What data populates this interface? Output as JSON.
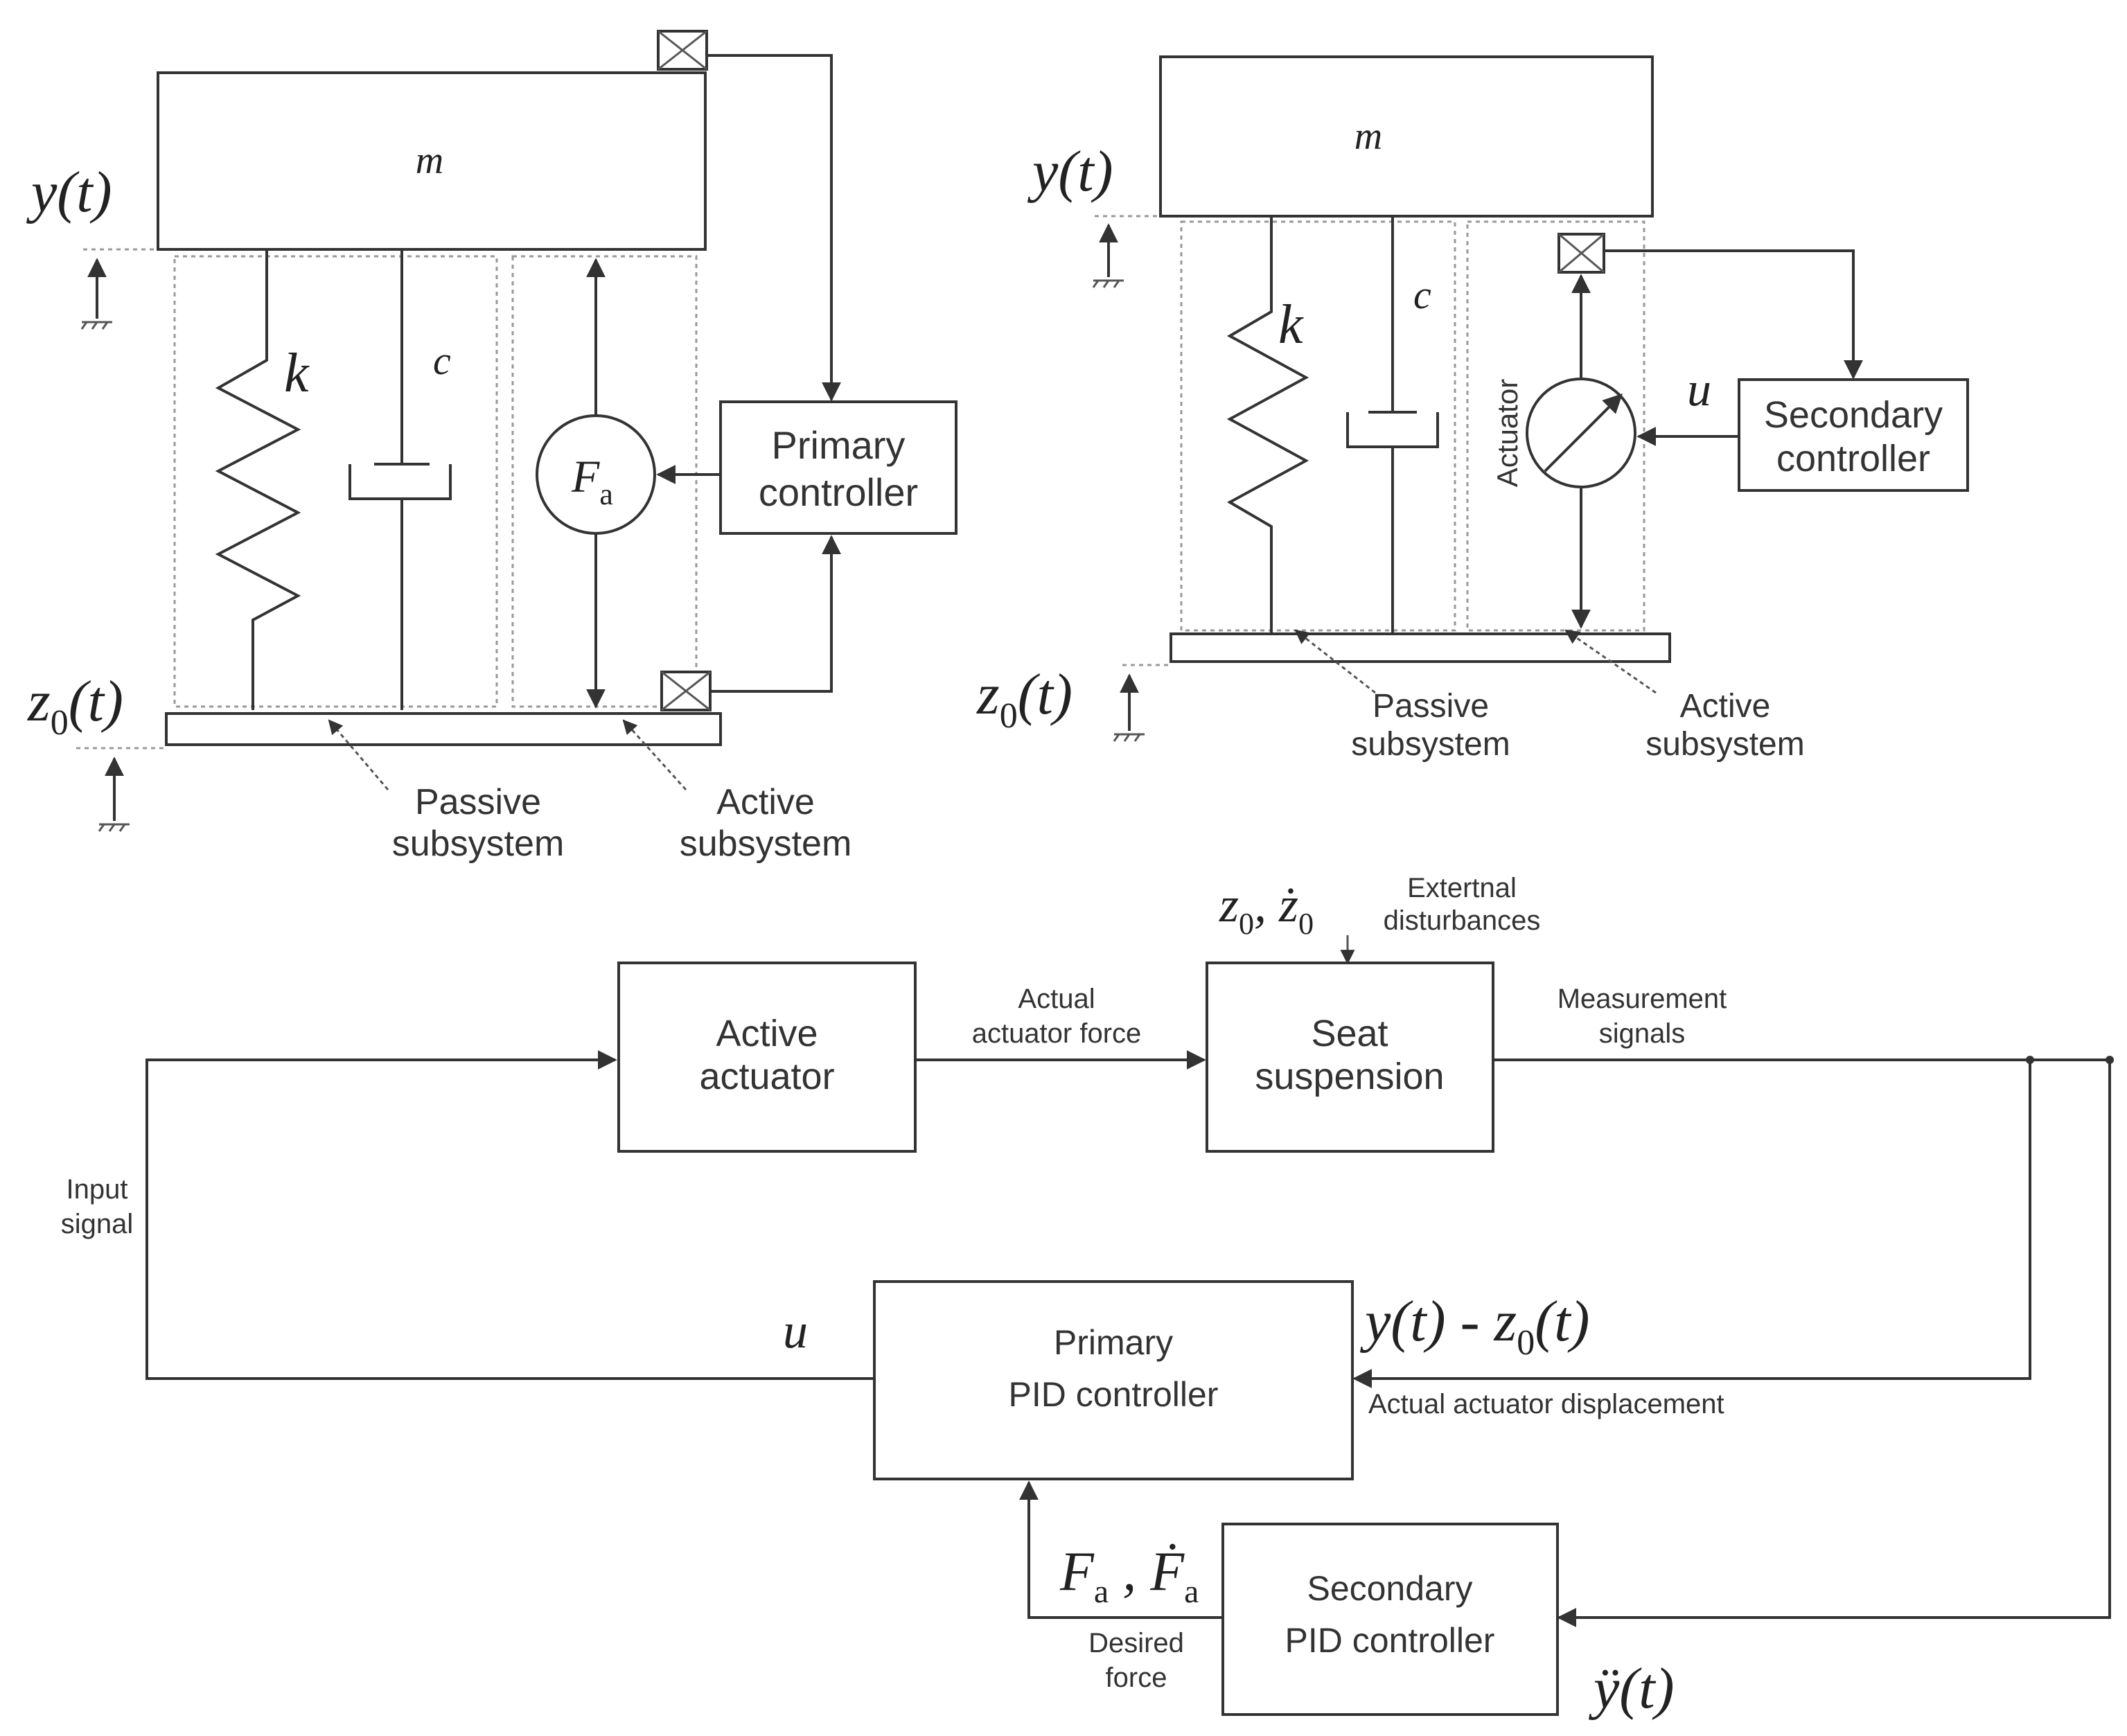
{
  "top_left": {
    "mass": "m",
    "y": "y(t)",
    "z0": "z",
    "z0_sub": "0",
    "z0_tail": "(t)",
    "k": "k",
    "c": "c",
    "fa": "F",
    "fa_sub": "a",
    "controller_line1": "Primary",
    "controller_line2": "controller",
    "passive_line1": "Passive",
    "passive_line2": "subsystem",
    "active_line1": "Active",
    "active_line2": "subsystem"
  },
  "top_right": {
    "mass": "m",
    "y": "y(t)",
    "z0": "z",
    "z0_sub": "0",
    "z0_tail": "(t)",
    "k": "k",
    "c": "c",
    "actuator": "Actuator",
    "u": "u",
    "controller_line1": "Secondary",
    "controller_line2": "controller",
    "passive_line1": "Passive",
    "passive_line2": "subsystem",
    "active_line1": "Active",
    "active_line2": "subsystem"
  },
  "block": {
    "disturbance_symbol": "z",
    "disturbance_sub": "0",
    "disturbance_sep": ", ",
    "disturbance_dot": "ż",
    "disturbance_dot_sub": "0",
    "disturbance_line1": "Extertnal",
    "disturbance_line2": "disturbances",
    "active_actuator_line1": "Active",
    "active_actuator_line2": "actuator",
    "actual_force_line1": "Actual",
    "actual_force_line2": "actuator force",
    "seat_line1": "Seat",
    "seat_line2": "suspension",
    "measurement_line1": "Measurement",
    "measurement_line2": "signals",
    "input_line1": "Input",
    "input_line2": "signal",
    "u": "u",
    "primary_pid_line1": "Primary",
    "primary_pid_line2": "PID controller",
    "disp_expr_a": "y(t) - z",
    "disp_expr_sub": "0",
    "disp_expr_b": "(t)",
    "disp_label": "Actual actuator displacement",
    "force_a": "F",
    "force_a_sub": "a",
    "force_sep": " , ",
    "force_dot": "Ḟ",
    "force_dot_sub": "a",
    "desired_line1": "Desired",
    "desired_line2": "force",
    "secondary_pid_line1": "Secondary",
    "secondary_pid_line2": "PID controller",
    "accel": "ÿ(t)"
  }
}
